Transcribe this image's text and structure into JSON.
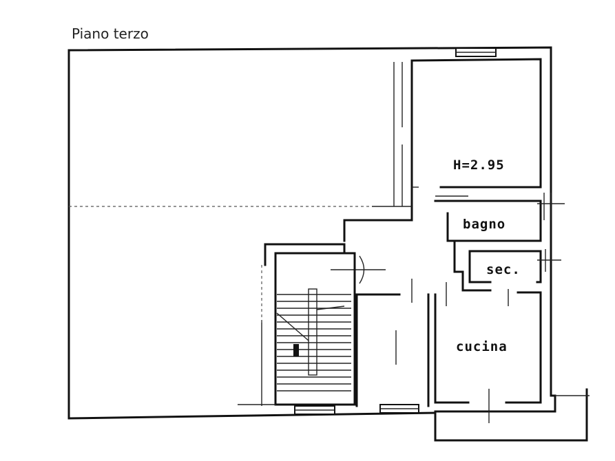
{
  "plan": {
    "floor_title": "Piano terzo",
    "rooms": {
      "height_note": "H=2.95",
      "bathroom": "bagno",
      "secondary": "sec.",
      "kitchen": "cucina"
    }
  }
}
